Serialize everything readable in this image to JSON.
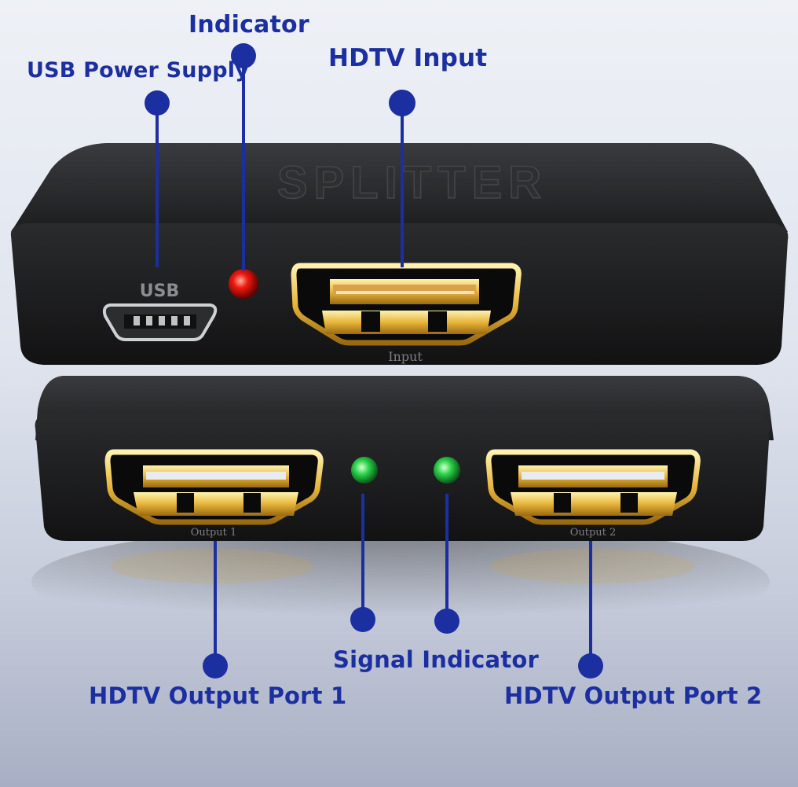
{
  "device": {
    "top_emboss_text": "SPLITTER",
    "usb_port_label": "USB",
    "input_port_label": "Input",
    "output1_port_label": "Output 1",
    "output2_port_label": "Output 2"
  },
  "callouts": {
    "usb_power_supply": "USB Power Supply",
    "indicator": "Indicator",
    "hdtv_input": "HDTV Input",
    "signal_indicator": "Signal Indicator",
    "hdtv_output_port_1": "HDTV Output Port 1",
    "hdtv_output_port_2": "HDTV Output Port 2"
  },
  "colors": {
    "callout_blue": "#1c2fa0",
    "power_led": "#e01010",
    "signal_led": "#2ad24a",
    "port_gold": "#e7b53a"
  },
  "icons": [
    "usb-micro-port-icon",
    "hdmi-port-icon",
    "led-icon"
  ]
}
